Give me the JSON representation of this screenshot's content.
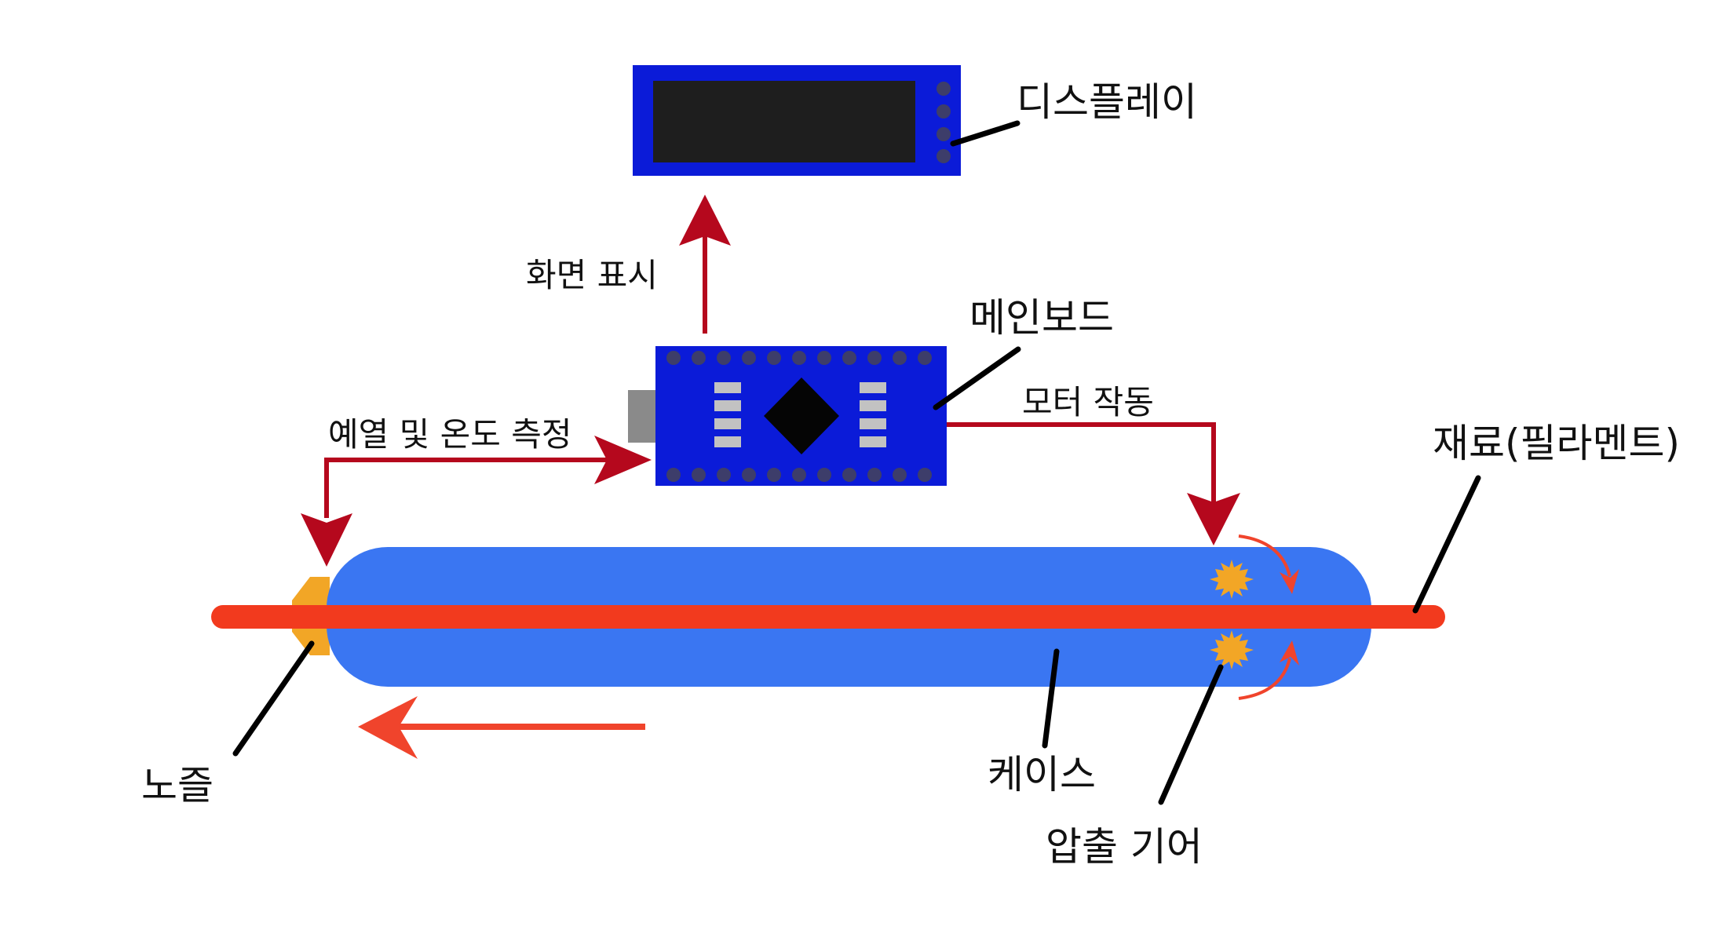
{
  "labels": {
    "display": "디스플레이",
    "show_screen": "화면 표시",
    "mainboard": "메인보드",
    "motor": "모터 작동",
    "preheat": "예열 및 온도 측정",
    "filament": "재료(필라멘트)",
    "nozzle": "노즐",
    "case": "케이스",
    "gear": "압출 기어"
  },
  "colors": {
    "board_blue": "#0b1bd8",
    "screen_dark": "#1e1e1e",
    "case_blue": "#3a76f2",
    "filament_red": "#f23a1e",
    "flow_arrow": "#b5081d",
    "direction_arrow": "#f0442c",
    "gear_orange": "#f2a626",
    "pin_grey": "#3d3d6a",
    "usb_grey": "#8a8a8a",
    "pad_grey": "#c2c2c2",
    "chip": "#050505",
    "leader_line": "#000000"
  }
}
